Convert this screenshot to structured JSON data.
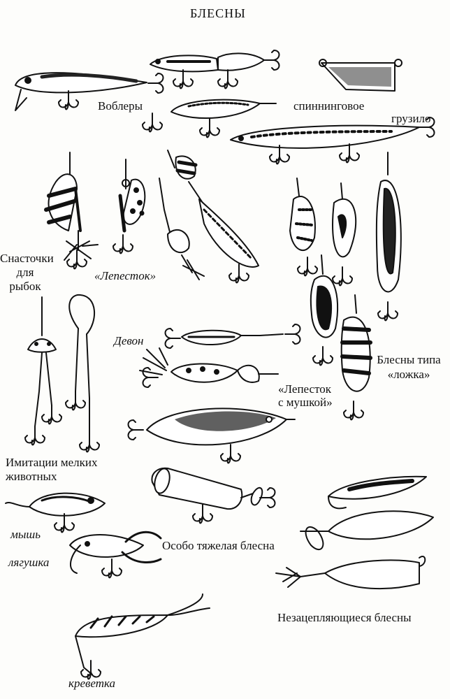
{
  "title": "БЛЕСНЫ",
  "labels": {
    "wobblers": "Воблеры",
    "spinning_weight_1": "спиннинговое",
    "spinning_weight_2": "грузило",
    "fish_rigs_1": "Снасточки",
    "fish_rigs_2": "для",
    "fish_rigs_3": "рыбок",
    "petal": "«Лепесток»",
    "spoon_1": "Блесны типа",
    "spoon_2": "«ложка»",
    "devon": "Девон",
    "petal_fly_1": "«Лепесток",
    "petal_fly_2": "с мушкой»",
    "small_animals_1": "Имитации мелких",
    "small_animals_2": "животных",
    "mouse": "мышь",
    "frog": "лягушка",
    "heavy": "Особо тяжелая блесна",
    "weedless": "Незацепляющиеся блесны",
    "shrimp": "креветка"
  },
  "colors": {
    "ink": "#111111",
    "paper": "#fdfdfb"
  }
}
